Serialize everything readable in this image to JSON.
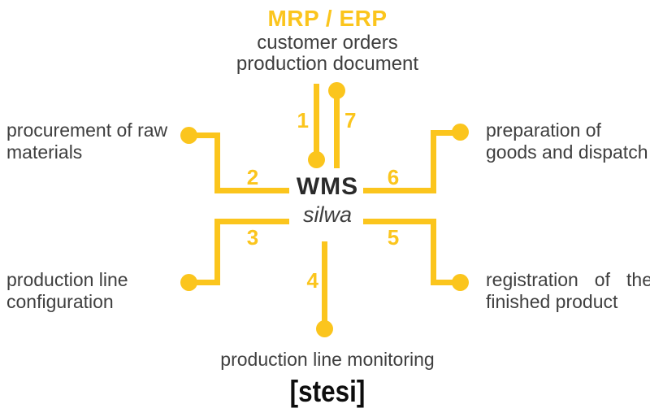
{
  "colors": {
    "accent": "#FBC51D",
    "text": "#3F3F3F",
    "heading": "#2A2A2A",
    "logo": "#0D0D0D"
  },
  "erp": {
    "title": "MRP / ERP",
    "subtitle_lines": [
      "customer orders",
      "production document"
    ]
  },
  "wms": {
    "name": "WMS",
    "product": "silwa"
  },
  "steps": [
    {
      "number": "1",
      "label": ""
    },
    {
      "number": "2",
      "label": "procurement of raw materials"
    },
    {
      "number": "3",
      "label": "production line configuration"
    },
    {
      "number": "4",
      "label": "production line monitoring"
    },
    {
      "number": "5",
      "label": "registration of the finished product"
    },
    {
      "number": "6",
      "label": "preparation of goods and dispatch"
    },
    {
      "number": "7",
      "label": ""
    }
  ],
  "logo": "[stesi]"
}
